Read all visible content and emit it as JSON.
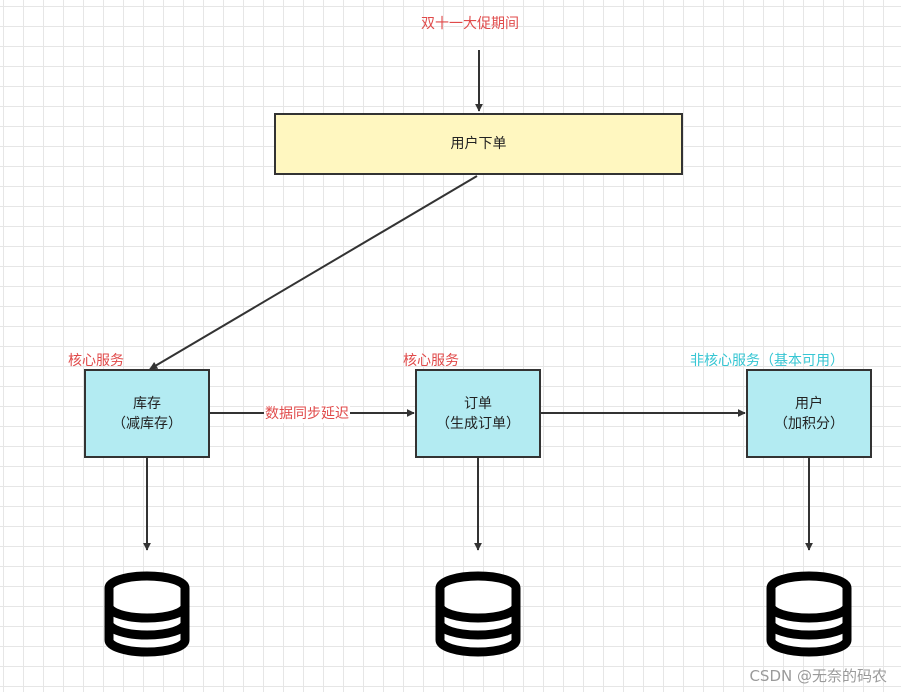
{
  "trigger_label": "双十一大促期间",
  "order_box": {
    "label": "用户下单"
  },
  "services": {
    "inventory": {
      "tag": "核心服务",
      "title": "库存",
      "subtitle": "（减库存）"
    },
    "order": {
      "tag": "核心服务",
      "title": "订单",
      "subtitle": "（生成订单）"
    },
    "user": {
      "tag": "非核心服务（基本可用）",
      "title": "用户",
      "subtitle": "（加积分）"
    }
  },
  "edge_label_sync_delay": "数据同步延迟",
  "watermark": "CSDN @无奈的码农",
  "colors": {
    "red_text": "#e04a4a",
    "cyan_text": "#36c6d3",
    "yellow_fill": "#fff7c0",
    "cyan_fill": "#b3ebf2",
    "stroke": "#333333"
  },
  "icons": [
    "database-icon",
    "database-icon",
    "database-icon"
  ]
}
